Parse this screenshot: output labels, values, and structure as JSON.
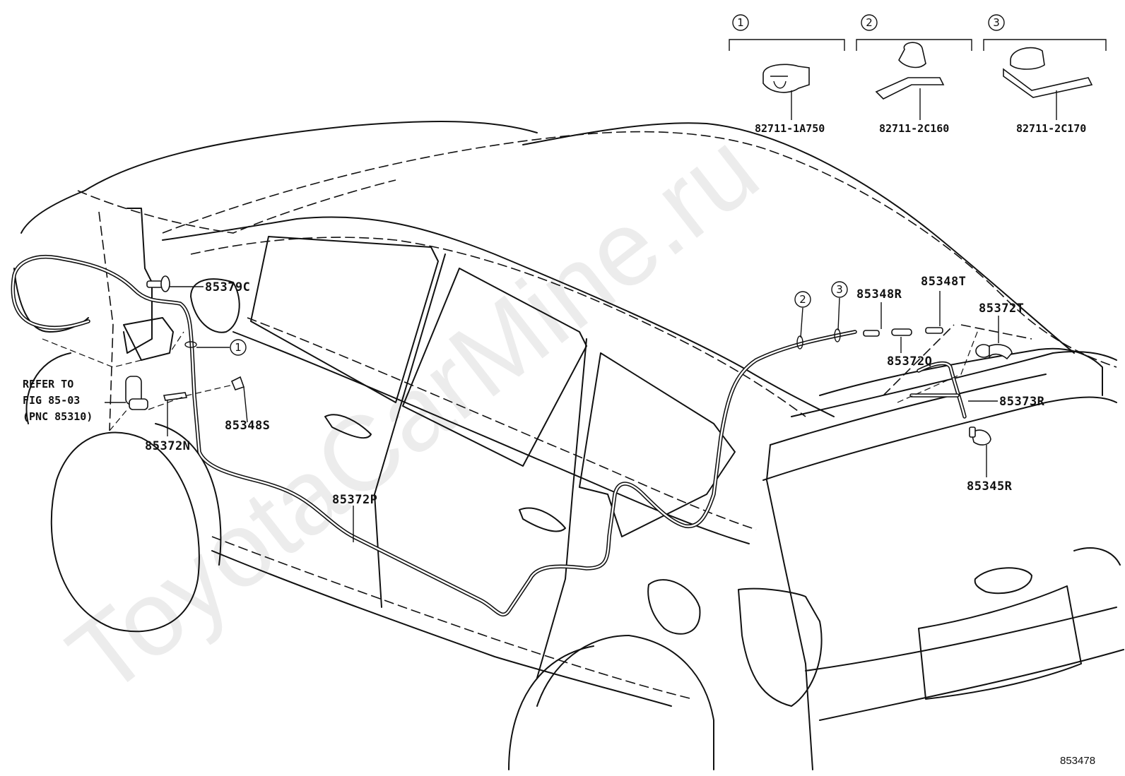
{
  "watermark": "ToyotaCarMine.ru",
  "figure_number": "853478",
  "legend": [
    {
      "key": "1",
      "part": "82711-1A750"
    },
    {
      "key": "2",
      "part": "82711-2C160"
    },
    {
      "key": "3",
      "part": "82711-2C170"
    }
  ],
  "callouts": {
    "c1": "1",
    "c2": "2",
    "c3": "3"
  },
  "parts": {
    "p85379C": "85379C",
    "p85348S": "85348S",
    "p85372N": "85372N",
    "p85372P": "85372P",
    "p85348R": "85348R",
    "p85348T": "85348T",
    "p85372T": "85372T",
    "p85372Q": "85372Q",
    "p85373R": "85373R",
    "p85345R": "85345R"
  },
  "reference": {
    "line1": "REFER TO",
    "line2": "FIG 85-03",
    "line3": "(PNC 85310)"
  }
}
